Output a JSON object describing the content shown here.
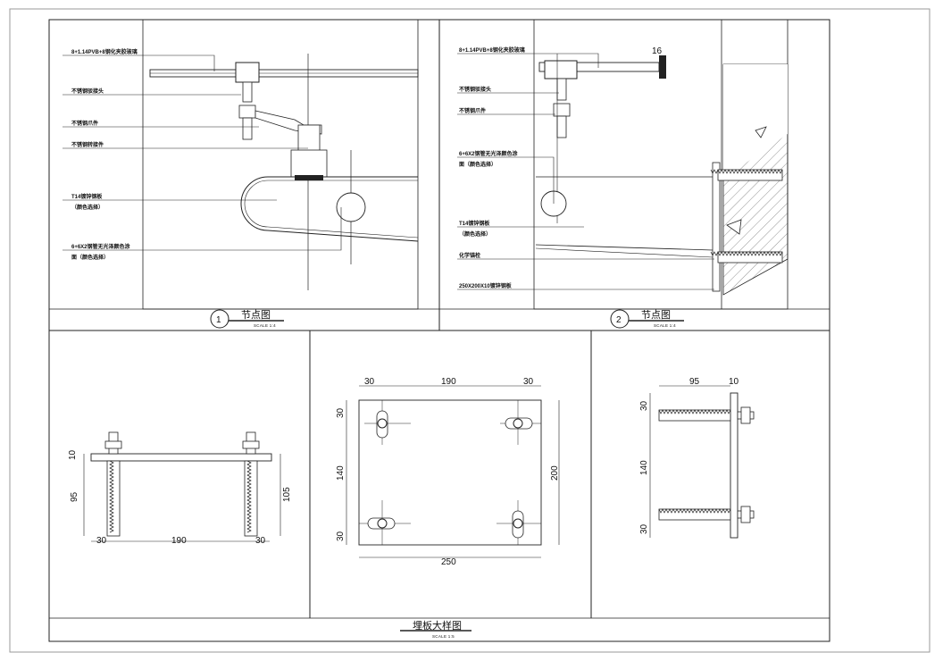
{
  "colors": {
    "line": "#1a1a1a",
    "hatch": "#555555",
    "paper": "#ffffff",
    "frame": "#888888"
  },
  "panel1": {
    "title": "节点图",
    "number": "1",
    "scale": "SCALE 1:4",
    "labels": [
      "8+1.14PVB+8钢化夹胶玻璃",
      "不锈钢驳接头",
      "不锈钢爪件",
      "不锈钢转接件",
      "T14镀锌钢板",
      "（颜色选择）",
      "6+6X2钢管无光泽颜色涂",
      "面（颜色选择）"
    ]
  },
  "panel2": {
    "title": "节点图",
    "number": "2",
    "scale": "SCALE 1:4",
    "dim_16": "16",
    "labels": [
      "8+1.14PVB+8钢化夹胶玻璃",
      "不锈钢驳接头",
      "不锈钢爪件",
      "6+6X2钢管无光泽颜色涂",
      "面（颜色选择）",
      "T14镀锌钢板",
      "（颜色选择）",
      "化学锚栓",
      "250X200X10镀锌钢板"
    ]
  },
  "panel3": {
    "dims": {
      "top_plate": "10",
      "depth": "95",
      "total": "105",
      "left": "30",
      "mid": "190",
      "right": "30"
    }
  },
  "panel4": {
    "dims": {
      "top_left": "30",
      "top_mid": "190",
      "top_right": "30",
      "side_top": "30",
      "side_mid": "140",
      "side_bot": "30",
      "height": "200",
      "width": "250"
    }
  },
  "panel5": {
    "dims": {
      "depth": "95",
      "plate": "10",
      "side_top": "30",
      "side_mid": "140",
      "side_bot": "30"
    }
  },
  "bottom": {
    "title": "埋板大样图",
    "scale": "SCALE 1:5"
  }
}
